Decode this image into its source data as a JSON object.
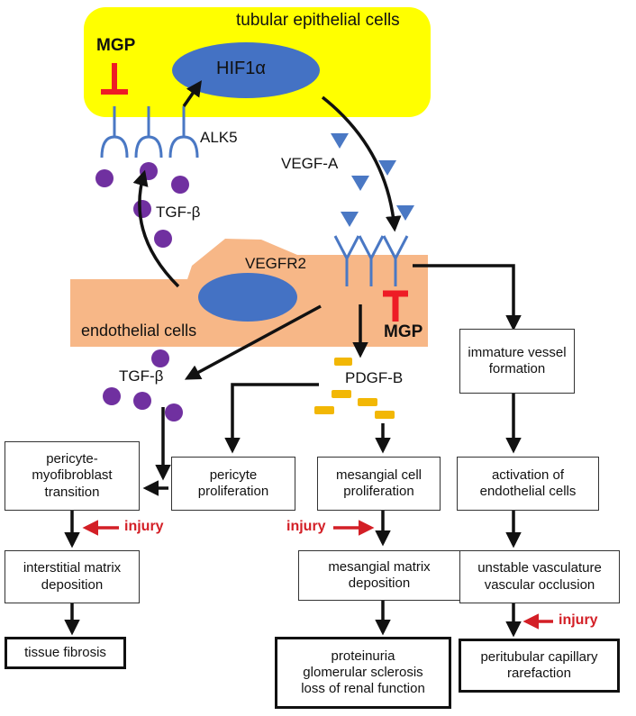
{
  "labels": {
    "tubular": "tubular epithelial cells",
    "hif": "HIF1α",
    "mgp_top": "MGP",
    "alk5": "ALK5",
    "tgfb_top": "TGF-β",
    "vegfa": "VEGF-A",
    "vegfr2": "VEGFR2",
    "endothelial": "endothelial cells",
    "mgp_mid": "MGP",
    "tgfb_mid": "TGF-β",
    "pdgfb": "PDGF-B"
  },
  "boxes": {
    "immature": "immature vessel\nformation",
    "pericyte_myo": "pericyte-\nmyofibroblast\ntransition",
    "pericyte_prolif": "pericyte\nproliferation",
    "mesangial_prolif": "mesangial cell\nproliferation",
    "activation": "activation of\nendothelial cells",
    "interstitial": "interstitial matrix\ndeposition",
    "mesangial_matrix": "mesangial matrix\ndeposition",
    "unstable": "unstable vasculature\nvascular occlusion",
    "tissue_fibrosis": "tissue fibrosis",
    "proteinuria": "proteinuria\nglomerular sclerosis\nloss of renal function",
    "peritubular": "peritubular capillary\nrarefaction"
  },
  "injury": {
    "left": "injury",
    "middle": "injury",
    "right": "injury"
  },
  "colors": {
    "yellow_cell": "#ffff00",
    "ellipse_blue": "#4472c4",
    "endothelial_orange": "#f7b787",
    "receptor_blue": "#4a78c4",
    "tgf_purple": "#7030a0",
    "pdgf_gold": "#f2b705",
    "inhibitor_red": "#ee1c25",
    "injury_red": "#d31f26"
  }
}
